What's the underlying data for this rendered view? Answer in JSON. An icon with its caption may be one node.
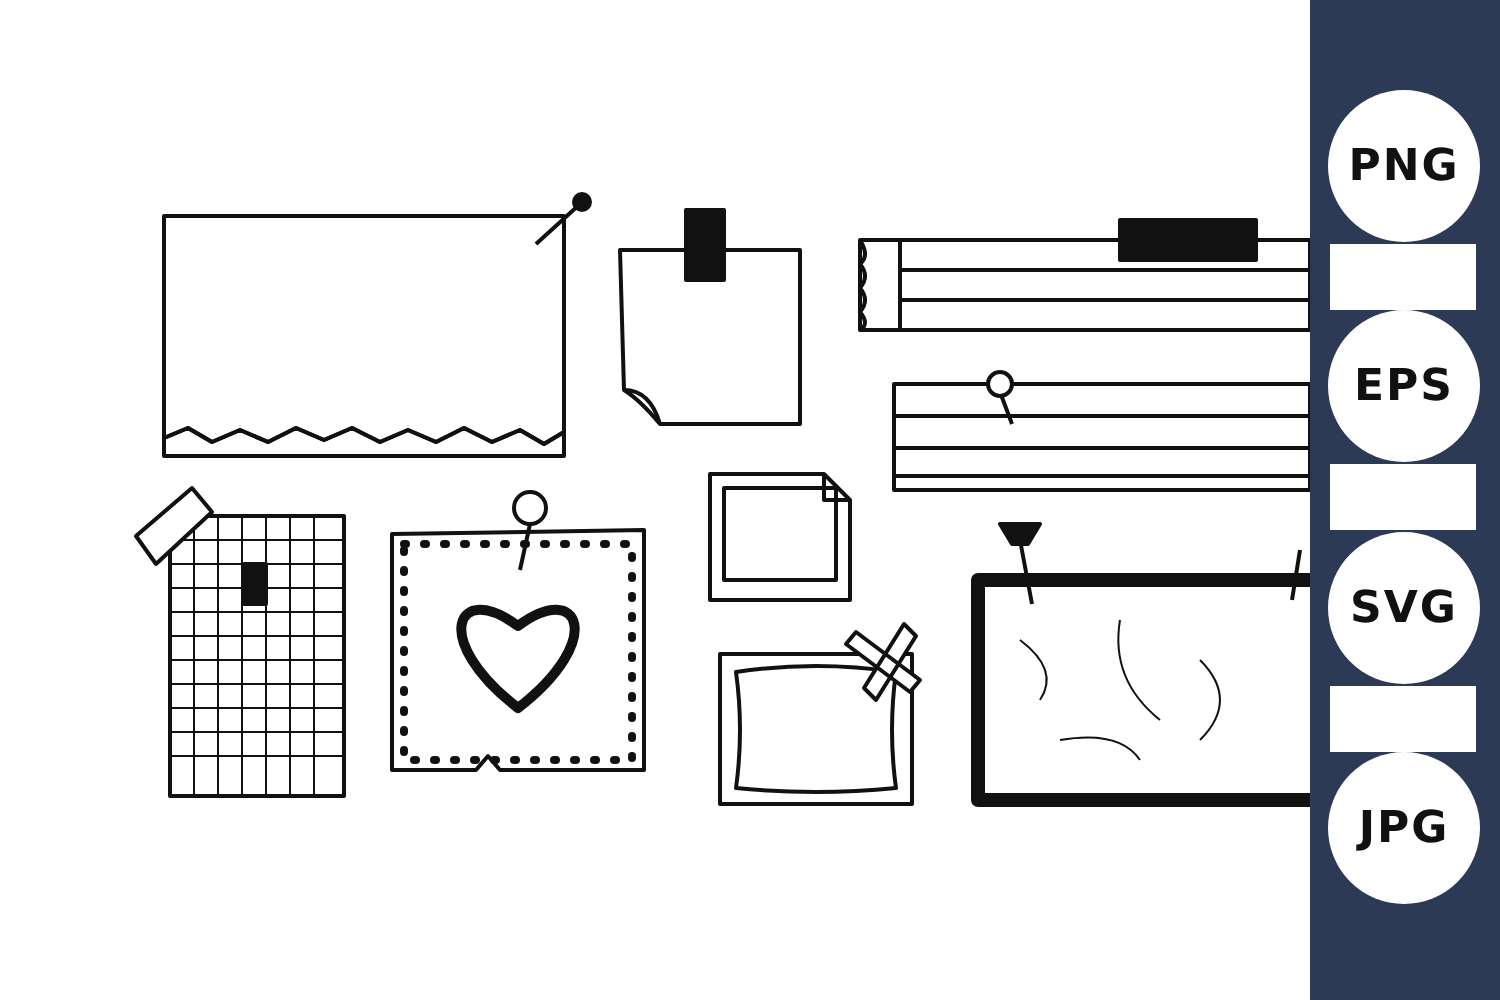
{
  "diagram": {
    "nodes": [
      {
        "text": [
          "PNG"
        ]
      },
      {
        "text": [
          "EPS"
        ]
      },
      {
        "text": [
          "SVG"
        ]
      },
      {
        "text": [
          "JPG"
        ]
      }
    ],
    "edges": []
  }
}
